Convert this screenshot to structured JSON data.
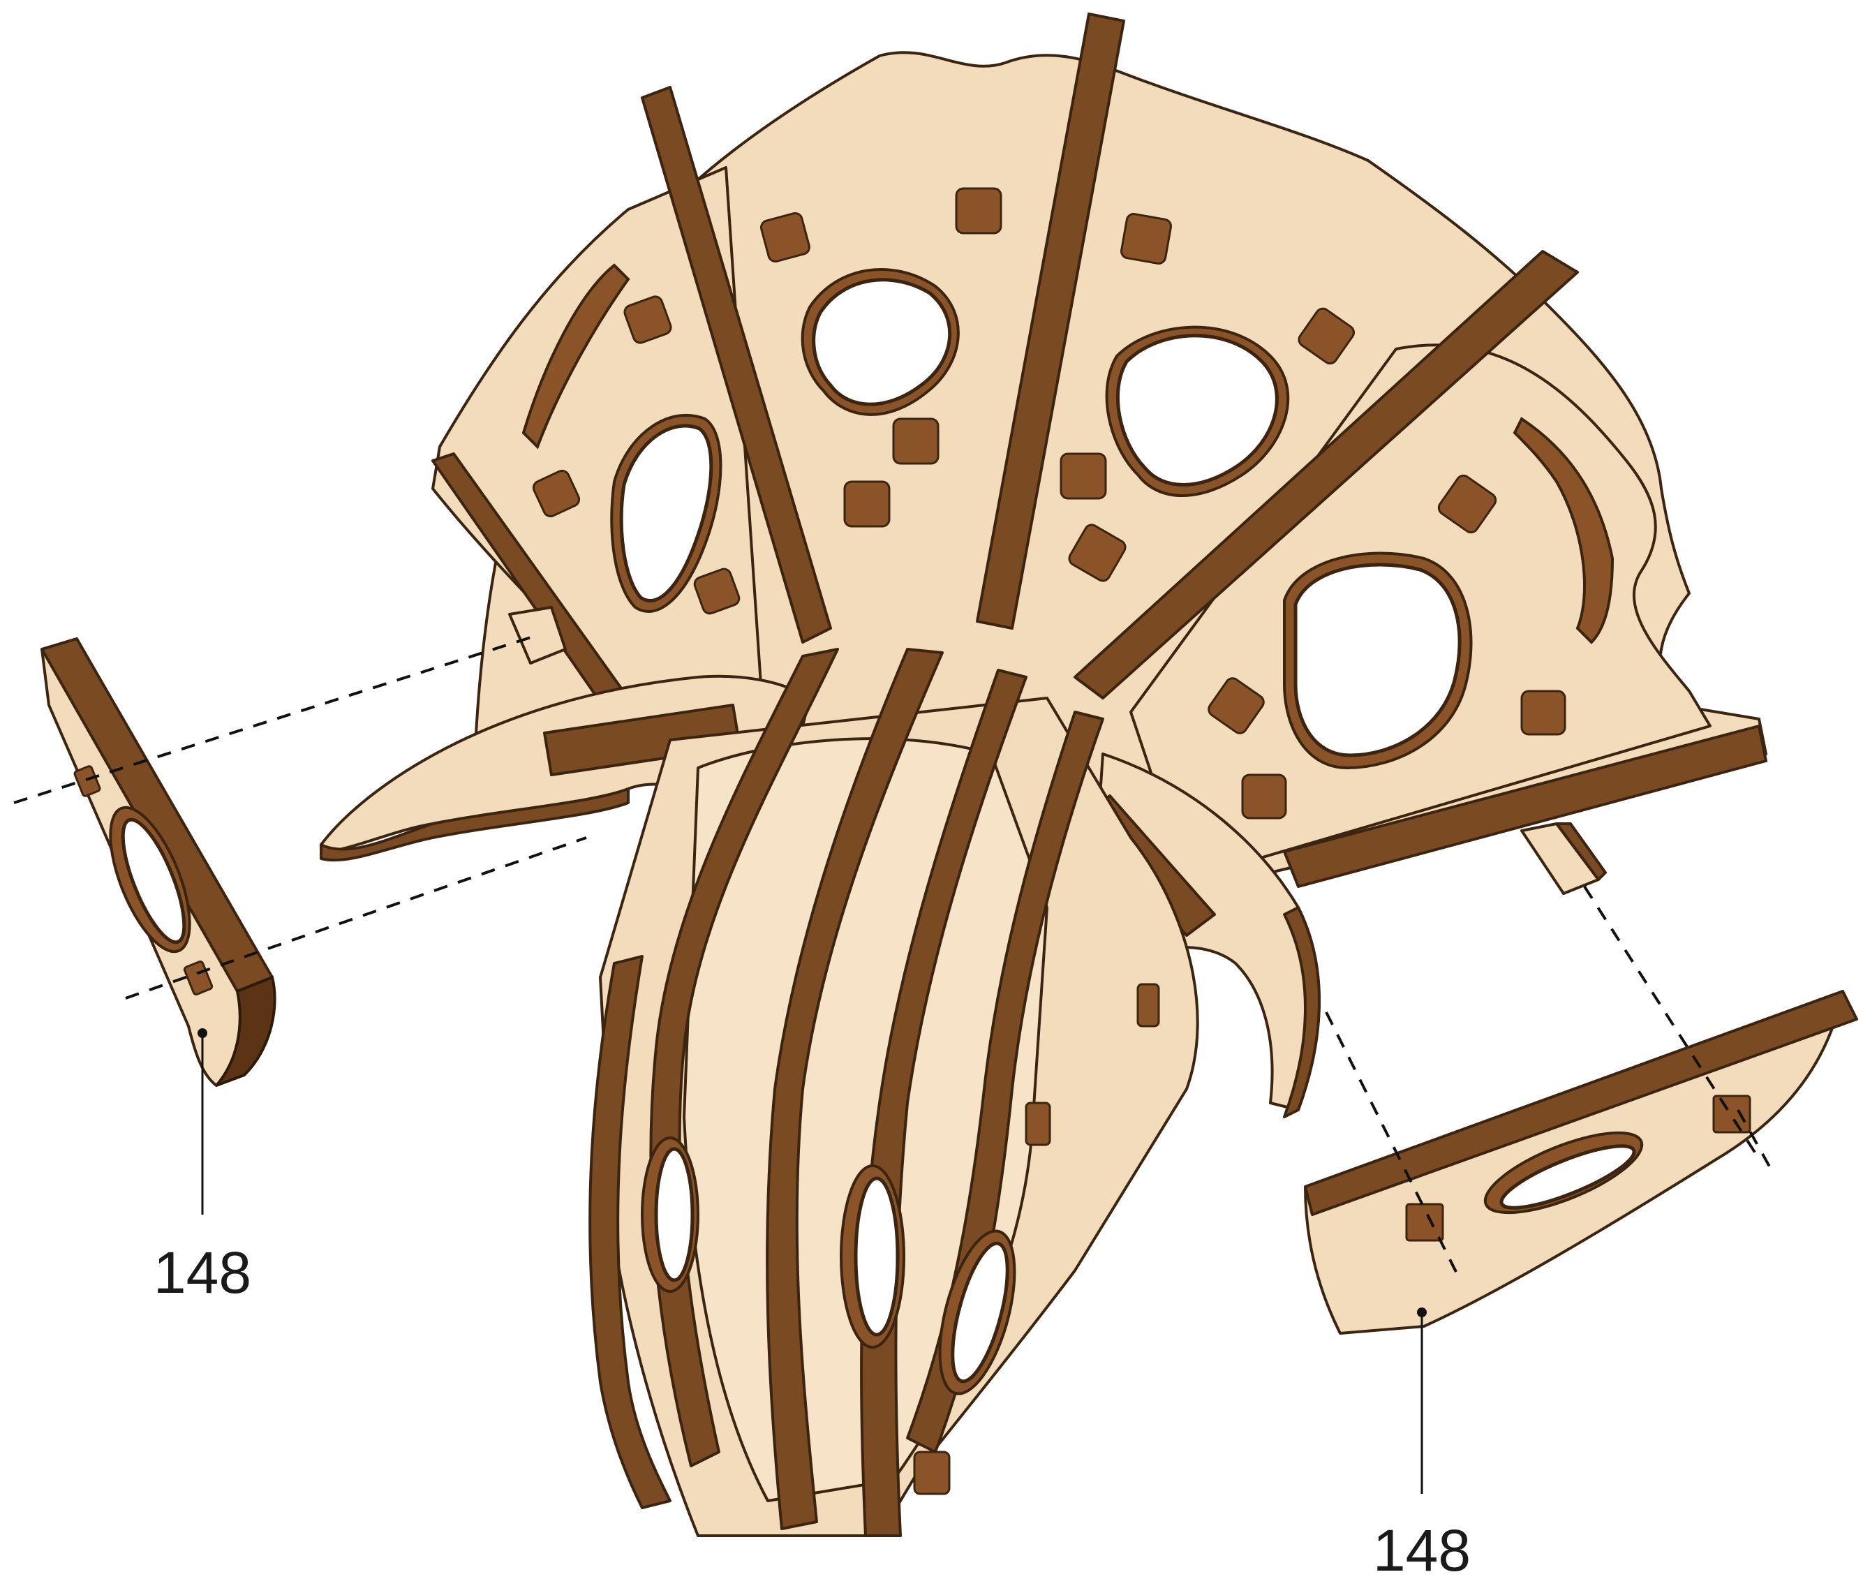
{
  "figure": {
    "callouts": [
      {
        "id": "left",
        "label": "148"
      },
      {
        "id": "right",
        "label": "148"
      }
    ]
  },
  "colors": {
    "plywood_face": "#f3dcbc",
    "plywood_edge": "#7a4a22",
    "plywood_edge_dark": "#5a3414",
    "outline": "#3b2410",
    "dashed_line": "#111111"
  }
}
